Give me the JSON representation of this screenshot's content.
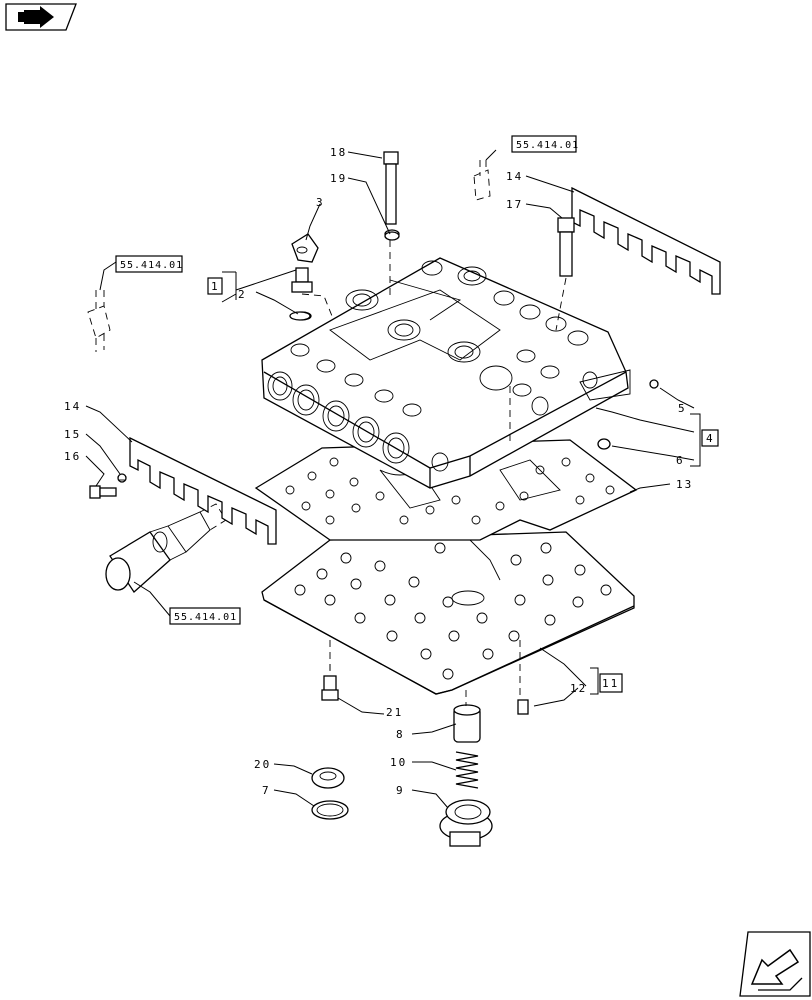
{
  "callouts": {
    "c18": "18",
    "c19": "19",
    "c3": "3",
    "c1": "1",
    "c2": "2",
    "c14a": "14",
    "c17": "17",
    "c14b": "14",
    "c15": "15",
    "c16": "16",
    "c5": "5",
    "c4": "4",
    "c6": "6",
    "c13": "13",
    "c11": "11",
    "c12": "12",
    "c21": "21",
    "c8": "8",
    "c10": "10",
    "c9": "9",
    "c20": "20",
    "c7": "7"
  },
  "references": {
    "ref_top": "55.414.01",
    "ref_left": "55.414.01",
    "ref_bottom": "55.414.01"
  },
  "icons": {
    "top_left": "book-arrow-icon",
    "bottom_right": "next-page-arrow-icon"
  }
}
